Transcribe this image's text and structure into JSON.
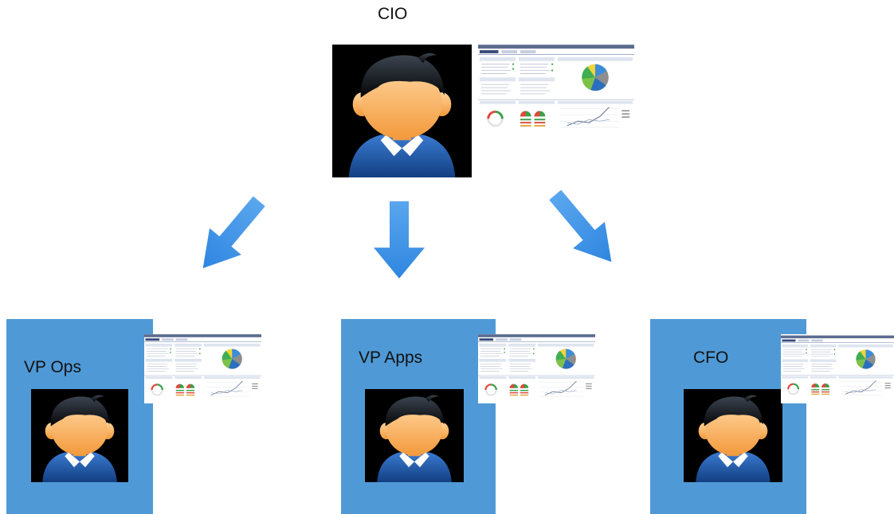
{
  "top": {
    "label": "CIO"
  },
  "reports": [
    {
      "label": "VP Ops"
    },
    {
      "label": "VP Apps"
    },
    {
      "label": "CFO"
    }
  ],
  "colors": {
    "panel": "#4f9ad6",
    "arrow": "#4a97e6",
    "avatar_bg": "#000000",
    "hair": "#0a0a0a",
    "skin": "#f7b15f",
    "shirt": "#1f56a3"
  },
  "icons": {
    "avatar": "user-avatar-icon",
    "dashboard": "dashboard-thumbnail-icon",
    "arrow": "down-arrow-icon"
  }
}
